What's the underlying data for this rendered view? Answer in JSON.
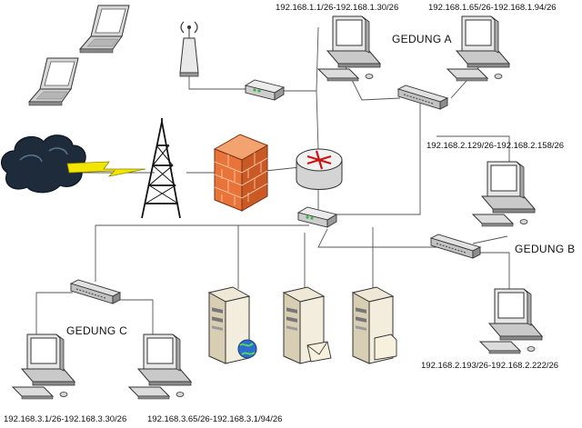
{
  "labels": {
    "gedung_a": "GEDUNG A",
    "gedung_b": "GEDUNG B",
    "gedung_c": "GEDUNG C"
  },
  "subnets": {
    "a1": "192.168.1.1/26-192.168.1.30/26",
    "a2": "192.168.1.65/26-192.168.1.94/26",
    "b1": "192.168.2.129/26-192.168.2.158/26",
    "b2": "192.168.2.193/26-192.168.2.222/26",
    "c1": "192.168.3.1/26-192.168.3.30/26",
    "c2": "192.168.3.65/26-192.168.3.1/94/26"
  },
  "colors": {
    "cloud": "#1e2b3a",
    "lightning": "#f2e600",
    "firewall": "#e8743a",
    "router_arrow": "#cc1111",
    "globe": "#2a6fcf",
    "line": "#555555"
  }
}
